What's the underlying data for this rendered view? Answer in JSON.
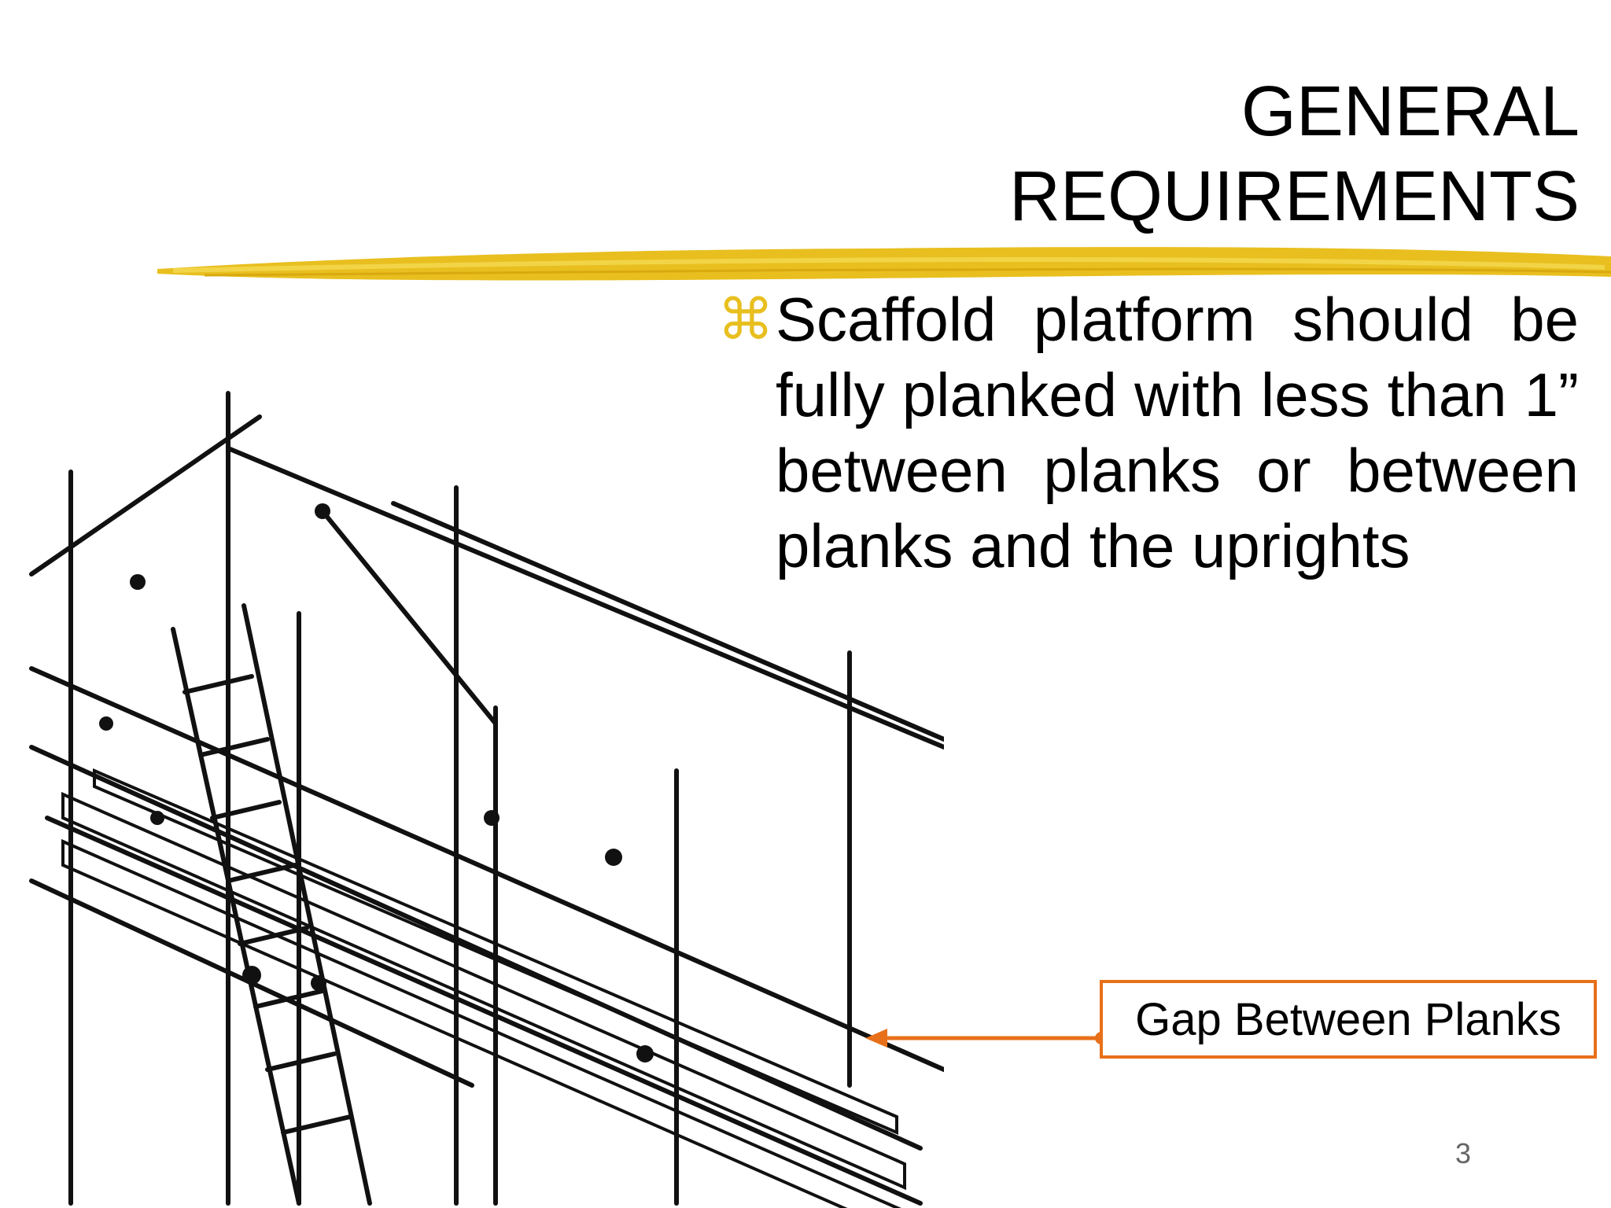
{
  "slide": {
    "title_line1": "GENERAL",
    "title_line2": "REQUIREMENTS",
    "bullet_icon": "place-of-interest-icon",
    "bullet_glyph": "⌘",
    "bullet_text": "Scaffold platform should be fully planked with less than 1” between planks or between planks and the uprights",
    "callout_label": "Gap Between Planks",
    "page_number": "3",
    "colors": {
      "accent_yellow": "#e8bf1f",
      "callout_orange": "#e8701a",
      "text": "#000000"
    }
  }
}
